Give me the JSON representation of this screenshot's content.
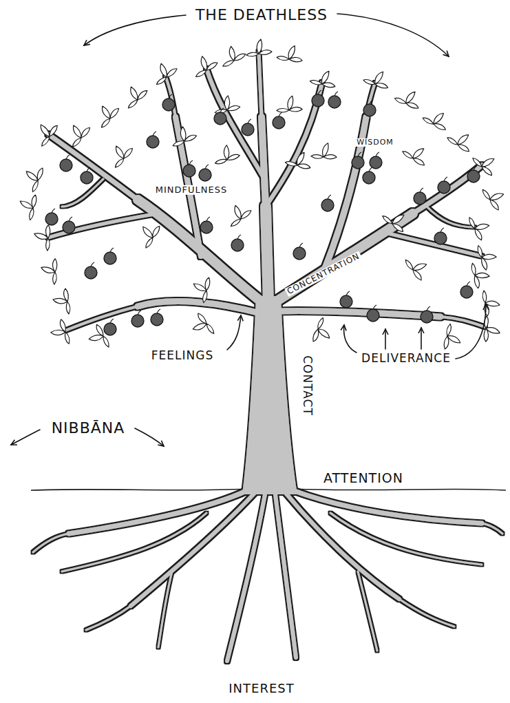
{
  "diagram": {
    "labels": [
      "THE DEATHLESS",
      "WISDOM",
      "MINDFULNESS",
      "CONCENTRATION",
      "FEELINGS",
      "CONTACT",
      "DELIVERANCE",
      "NIBBĀNA",
      "ATTENTION",
      "INTEREST"
    ]
  }
}
